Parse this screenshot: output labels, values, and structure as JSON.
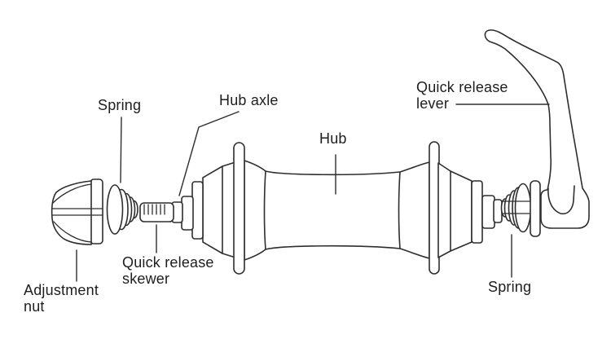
{
  "diagram": {
    "labels": {
      "spring_left": {
        "text": "Spring"
      },
      "hub_axle": {
        "text": "Hub axle"
      },
      "hub": {
        "text": "Hub"
      },
      "quick_release_lever": {
        "line1": "Quick release",
        "line2": "lever"
      },
      "quick_release_skewer": {
        "line1": "Quick release",
        "line2": "skewer"
      },
      "adjustment_nut": {
        "line1": "Adjustment",
        "line2": "nut"
      },
      "spring_right": {
        "text": "Spring"
      }
    },
    "colors": {
      "background": "#ffffff",
      "line": "#2e2e2e",
      "text": "#1e1e1e"
    }
  }
}
